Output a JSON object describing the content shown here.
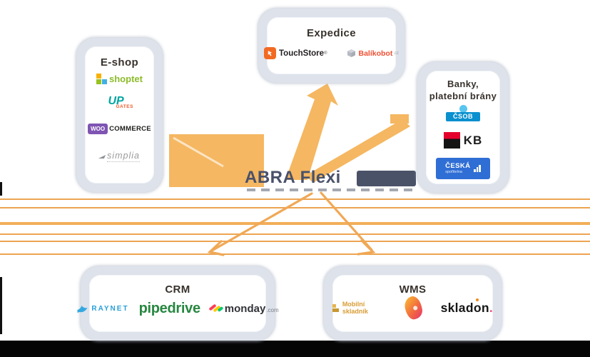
{
  "page": {
    "background": "#ffffff",
    "accent_orange": "#F2B25F",
    "brand_navy": "#4A5268"
  },
  "center": {
    "brand": "ABRA Flexi"
  },
  "cards": {
    "eshop": {
      "title": "E-shop",
      "logos": {
        "shoptet": "shoptet",
        "upgates_up": "UP",
        "upgates_gates": "GATES",
        "woo_badge": "WOO",
        "woo_text": "COMMERCE",
        "simplia": "simplia"
      }
    },
    "expedice": {
      "title": "Expedice",
      "logos": {
        "touchstore": "TouchStore",
        "touchstore_reg": "®",
        "balikobot": "Balíkobot",
        "balikobot_suffix": ".cz"
      }
    },
    "banks": {
      "title_line1": "Banky,",
      "title_line2": "platební brány",
      "logos": {
        "csob": "ČSOB",
        "kb": "KB",
        "ceska_line1": "ČESKÁ",
        "ceska_line2": "spořitelna"
      }
    },
    "crm": {
      "title": "CRM",
      "logos": {
        "raynet": "RAYNET",
        "pipedrive": "pipedrive",
        "monday": "monday",
        "monday_suffix": ".com"
      }
    },
    "wms": {
      "title": "WMS",
      "logos": {
        "mobilni_skladnik": "Mobilní skladník",
        "skladon_part1": "sklad",
        "skladon_o": "o",
        "skladon_part2": "n",
        "skladon_dot": "."
      }
    }
  }
}
